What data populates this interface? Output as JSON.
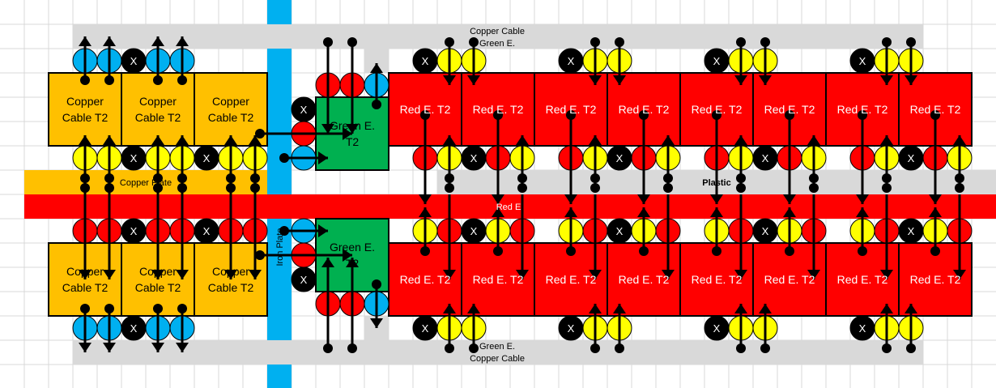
{
  "colors": {
    "grid": "#d9d9d9",
    "belt_gray": "#d9d9d9",
    "iron": "#00b0f0",
    "copper_plate": "#ffc000",
    "red": "#ff0000",
    "green": "#00b050",
    "yellow": "#ffff00",
    "blocked": "#000000",
    "stroke": "#000000"
  },
  "belts": {
    "top_gray_line1": "Copper Cable",
    "top_gray_line2": "Green E.",
    "bottom_gray_line1": "Green E.",
    "bottom_gray_line2": "Copper Cable",
    "copper_plate": "Copper Plate",
    "plastic": "Plastic",
    "red_e": "Red E",
    "iron_plate": "Iron Plate"
  },
  "machines": {
    "copper_cable": {
      "line1": "Copper",
      "line2": "Cable T2",
      "count_per_row": 3
    },
    "green_e": {
      "line1": "Green E.",
      "line2": "T2"
    },
    "red_e": {
      "label": "Red E. T2",
      "count_per_row": 8
    }
  },
  "blocked_label": "X",
  "rows": {
    "cc_top": [
      "iron",
      "iron",
      "X",
      "iron",
      "iron"
    ],
    "cc_upper_mid": [
      "yellow",
      "yellow",
      "X",
      "yellow",
      "yellow",
      "X",
      "yellow",
      "yellow"
    ],
    "cc_lower_mid": [
      "red",
      "red",
      "X",
      "red",
      "red",
      "X",
      "red",
      "red"
    ],
    "cc_bottom": [
      "iron",
      "iron",
      "X",
      "iron",
      "iron"
    ],
    "green_top_side": [
      "X",
      "red",
      "iron"
    ],
    "green_top_top": [
      "red",
      "red",
      "iron"
    ],
    "green_bottom_side": [
      "iron",
      "red",
      "X"
    ],
    "green_bottom_bottom": [
      "red",
      "red",
      "iron"
    ],
    "red_block_top": [
      "X",
      "yellow",
      "yellow"
    ],
    "red_block_upper_mid": [
      "red",
      "yellow",
      "X",
      "red",
      "yellow"
    ],
    "red_block_lower_mid": [
      "yellow",
      "red",
      "X",
      "yellow",
      "red"
    ],
    "red_block_bottom": [
      "X",
      "yellow",
      "yellow"
    ]
  }
}
